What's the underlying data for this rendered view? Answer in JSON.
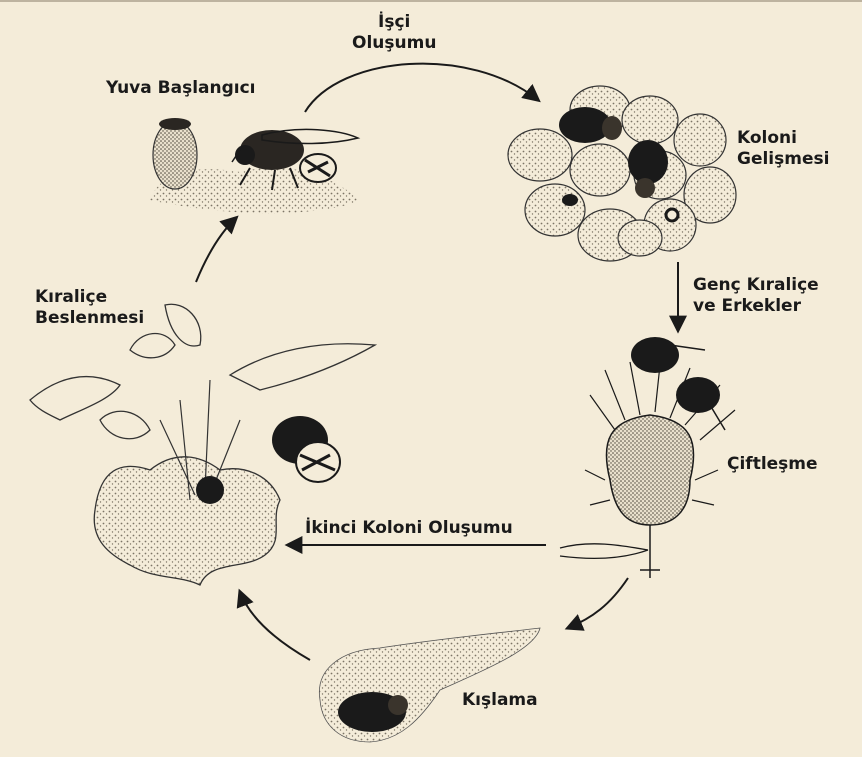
{
  "diagram": {
    "stages": {
      "nest_start": {
        "label": "Yuva Başlangıcı"
      },
      "worker_formation": {
        "line1": "İşçi",
        "line2": "Oluşumu"
      },
      "colony_development": {
        "line1": "Koloni",
        "line2": "Gelişmesi"
      },
      "young_queens": {
        "line1": "Genç Kıraliçe",
        "line2": "ve Erkekler"
      },
      "mating": {
        "label": "Çiftleşme"
      },
      "second_colony": {
        "label": "İkinci Koloni Oluşumu"
      },
      "wintering": {
        "label": "Kışlama"
      },
      "queen_feeding": {
        "line1": "Kıraliçe",
        "line2": "Beslenmesi"
      }
    },
    "colors": {
      "background": "#f4ecd9",
      "ink": "#1a1a1a",
      "stipple": "#8a8070"
    }
  }
}
